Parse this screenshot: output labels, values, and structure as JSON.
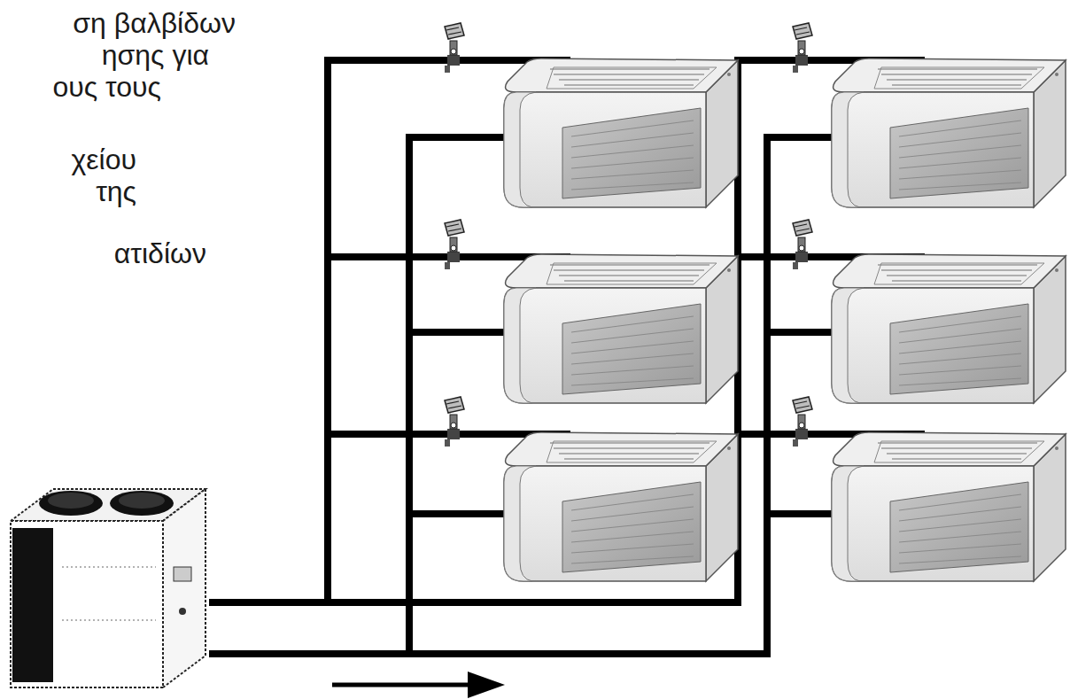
{
  "diagram": {
    "labels": [
      "ση βαλβίδων",
      "ησης για",
      "ους τους",
      "χείου",
      "της",
      "ατιδίων"
    ]
  }
}
